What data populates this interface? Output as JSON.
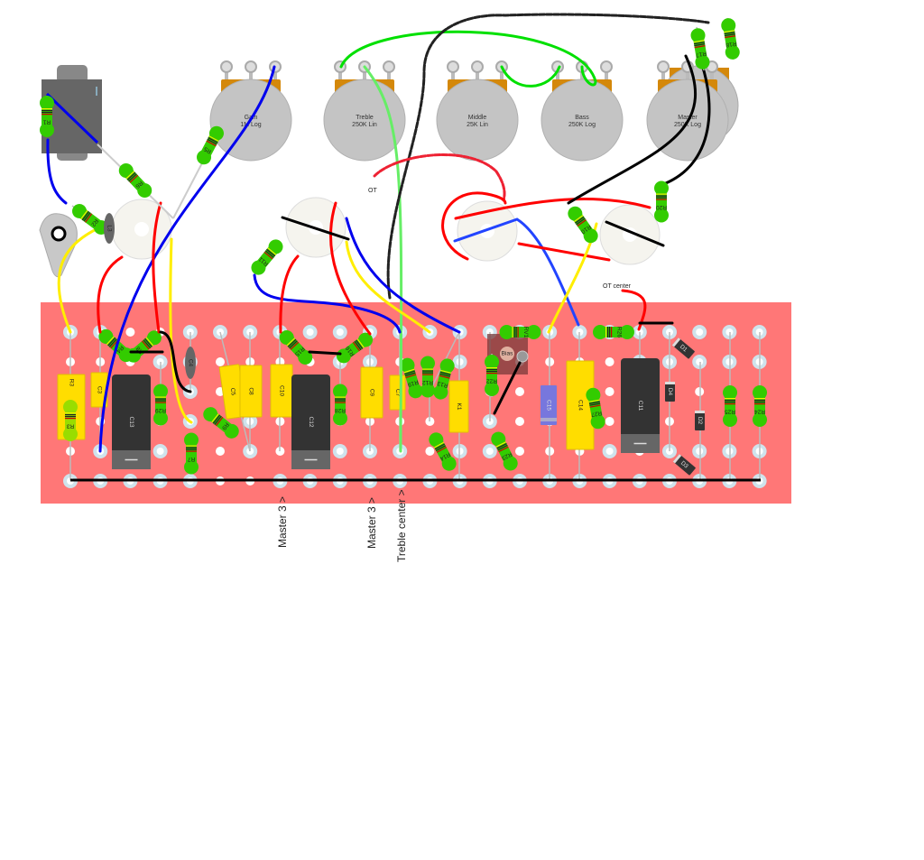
{
  "pots": [
    {
      "name": "Gain",
      "value": "1M Log"
    },
    {
      "name": "Treble",
      "value": "250K Lin"
    },
    {
      "name": "Middle",
      "value": "25K Lin"
    },
    {
      "name": "Bass",
      "value": "250K Log"
    },
    {
      "name": "Master",
      "value": "250K Log"
    }
  ],
  "labels": {
    "ot": "OT",
    "ot_center": "OT center",
    "master3_a": "Master 3 >",
    "master3_b": "Master 3 >",
    "treble_center": "Treble center >"
  },
  "components": {
    "R1": "R1",
    "R2": "R2",
    "R6": "R6",
    "R5": "R5",
    "R11": "R11",
    "R10": "R10",
    "R20": "R20",
    "R17": "R17",
    "R18": "R18",
    "L3": "L3",
    "R3": "R3",
    "C3": "C3",
    "R4": "R4",
    "R8": "R8",
    "C13": "C13",
    "R29": "R29",
    "C4": "C4",
    "R7": "R7",
    "R9": "R9",
    "C5": "C5",
    "C8": "C8",
    "C10": "C10",
    "R15": "R15",
    "C12": "C12",
    "R16": "R16",
    "R28": "R28",
    "C9": "C9",
    "C7": "C7",
    "R19": "R19",
    "R12": "R12",
    "R13": "R13",
    "K1": "K1",
    "R14": "R14",
    "R22": "R22",
    "R23": "R23",
    "Bias": "Bias",
    "RV1": "RV1",
    "C15": "C15",
    "C14": "C14",
    "R27": "R27",
    "R26": "R26",
    "C11": "C11",
    "D1": "D1",
    "D4": "D4",
    "D2": "D2",
    "D3": "D3",
    "R25": "R25",
    "R24": "R24"
  },
  "colors": {
    "board": "#ff7777",
    "resistor": "#33cc00",
    "film_cap": "#ffdd00",
    "electrolytic": "#333333"
  }
}
